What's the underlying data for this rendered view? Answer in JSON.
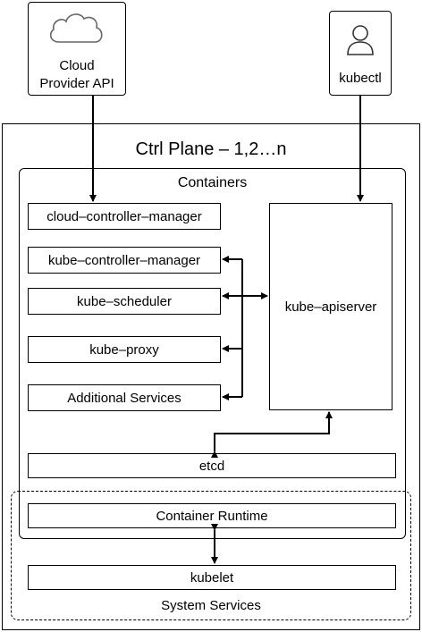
{
  "actors": {
    "cloud": {
      "line1": "Cloud",
      "line2": "Provider API",
      "icon": "cloud-icon"
    },
    "kubectl": {
      "label": "kubectl",
      "icon": "user-icon"
    }
  },
  "ctrl_plane": {
    "title": "Ctrl Plane – 1,2…n",
    "containers_title": "Containers",
    "components": [
      "cloud–controller–manager",
      "kube–controller–manager",
      "kube–scheduler",
      "kube–proxy",
      "Additional Services"
    ],
    "apiserver": "kube–apiserver",
    "etcd": "etcd",
    "container_runtime": "Container Runtime"
  },
  "system_services": {
    "title": "System Services",
    "kubelet": "kubelet"
  }
}
